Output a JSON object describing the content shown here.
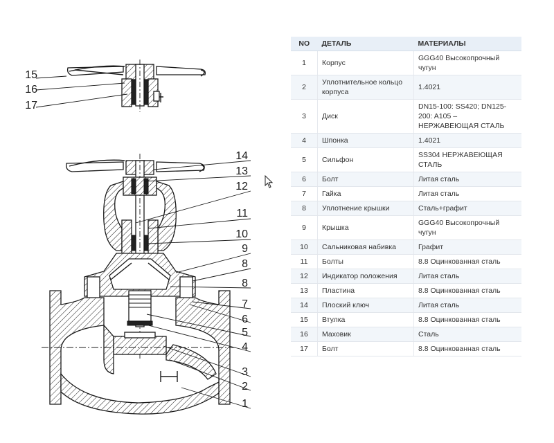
{
  "drawing": {
    "callouts": [
      "1",
      "2",
      "3",
      "4",
      "5",
      "6",
      "7",
      "8",
      "8",
      "9",
      "10",
      "11",
      "12",
      "13",
      "14",
      "15",
      "16",
      "17"
    ]
  },
  "table": {
    "headers": {
      "no": "NO",
      "part": "ДЕТАЛЬ",
      "material": "МАТЕРИАЛЫ"
    },
    "rows": [
      {
        "no": "1",
        "part": "Корпус",
        "material": "GGG40 Высокопрочный чугун"
      },
      {
        "no": "2",
        "part": "Уплотнительное кольцо корпуса",
        "material": "1.4021"
      },
      {
        "no": "3",
        "part": "Диск",
        "material": "DN15-100: SS420; DN125-200: A105 – НЕРЖАВЕЮЩАЯ СТАЛЬ"
      },
      {
        "no": "4",
        "part": "Шпонка",
        "material": "1.4021"
      },
      {
        "no": "5",
        "part": "Сильфон",
        "material": "SS304 НЕРЖАВЕЮЩАЯ СТАЛЬ"
      },
      {
        "no": "6",
        "part": "Болт",
        "material": "Литая сталь"
      },
      {
        "no": "7",
        "part": "Гайка",
        "material": "Литая сталь"
      },
      {
        "no": "8",
        "part": "Уплотнение крышки",
        "material": "Сталь+графит"
      },
      {
        "no": "9",
        "part": "Крышка",
        "material": "GGG40 Высокопрочный чугун"
      },
      {
        "no": "10",
        "part": "Сальниковая набивка",
        "material": "Графит"
      },
      {
        "no": "11",
        "part": "Болты",
        "material": "8.8 Оцинкованная сталь"
      },
      {
        "no": "12",
        "part": "Индикатор положения",
        "material": "Литая сталь"
      },
      {
        "no": "13",
        "part": "Пластина",
        "material": "8.8 Оцинкованная сталь"
      },
      {
        "no": "14",
        "part": "Плоский ключ",
        "material": "Литая сталь"
      },
      {
        "no": "15",
        "part": "Втулка",
        "material": "8.8 Оцинкованная сталь"
      },
      {
        "no": "16",
        "part": "Маховик",
        "material": "Сталь"
      },
      {
        "no": "17",
        "part": "Болт",
        "material": "8.8 Оцинкованная сталь"
      }
    ]
  }
}
